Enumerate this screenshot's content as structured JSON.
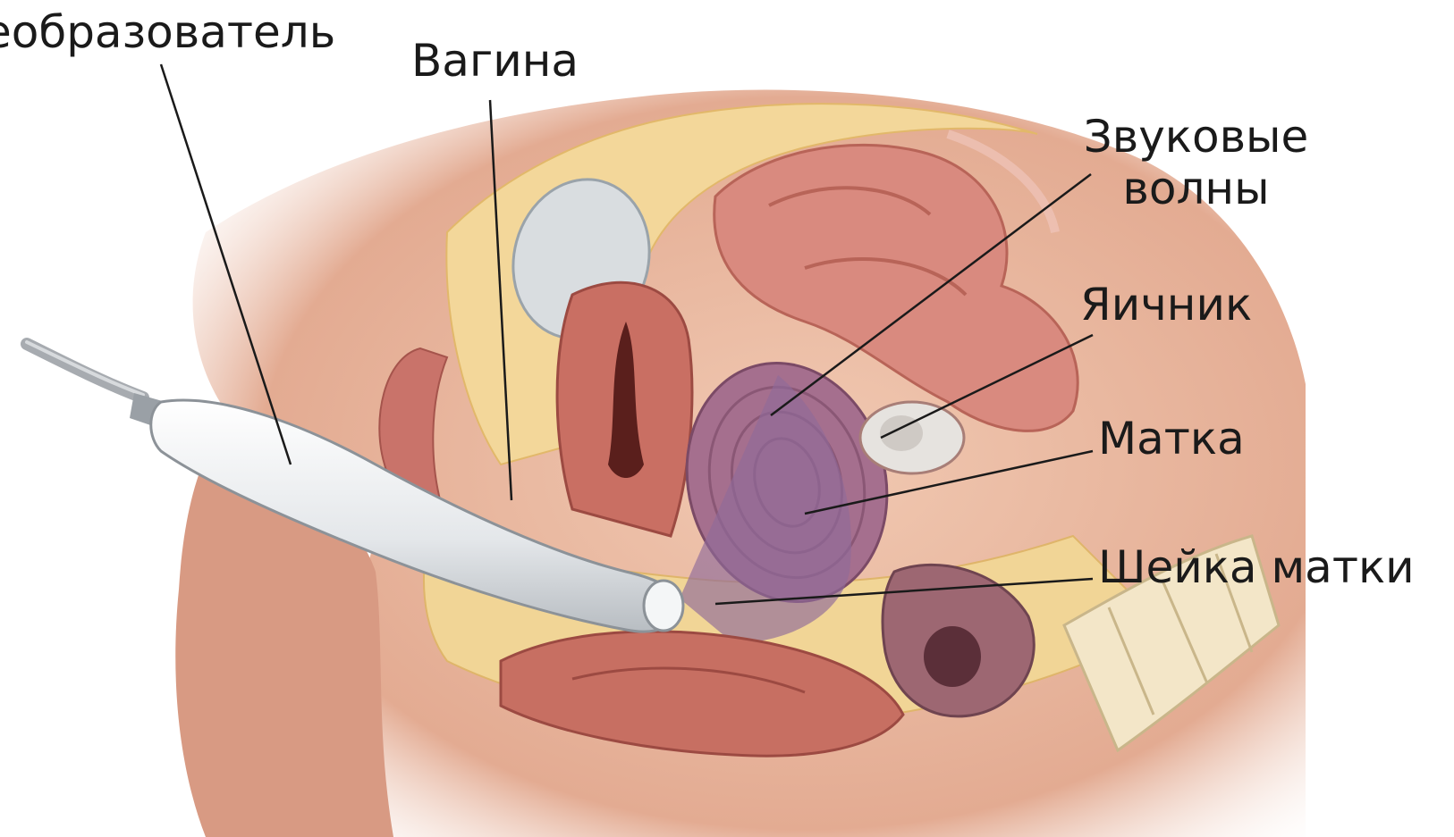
{
  "labels": {
    "transducer": "еобразователь",
    "vagina": "Вагина",
    "sound_waves_line1": "Звуковые",
    "sound_waves_line2": "волны",
    "ovary": "Яичник",
    "uterus": "Матка",
    "cervix": "Шейка матки"
  },
  "colors": {
    "background": "#ffffff",
    "skin": "#e8b49c",
    "fat": "#f3d79a",
    "muscle": "#c96f63",
    "intestine": "#d98a7f",
    "bladder": "#d9dde0",
    "uterus": "#a56f8e",
    "sound_wave": "#8f6a9a",
    "probe": "#e9ecef",
    "leader_line": "#1a1a1a"
  },
  "icons": [
    "ultrasound-probe-icon"
  ]
}
